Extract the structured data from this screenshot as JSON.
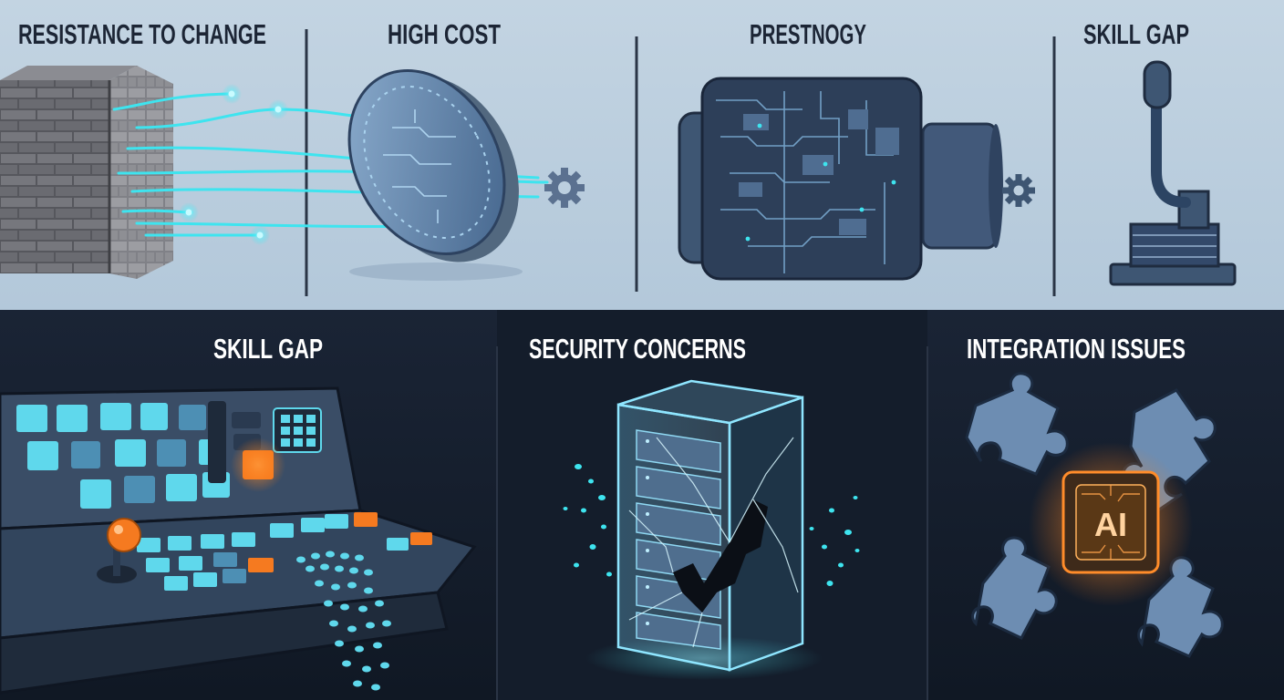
{
  "top_row": {
    "panels": [
      {
        "title": "RESISTANCE TO CHANGE"
      },
      {
        "title": "HIGH COST"
      },
      {
        "title": "PRESTNOGY"
      },
      {
        "title": "SKILL GAP"
      }
    ]
  },
  "bottom_row": {
    "panels": [
      {
        "title": "SKILL GAP"
      },
      {
        "title": "SECURITY CONCERNS"
      },
      {
        "title": "INTEGRATION ISSUES"
      }
    ]
  },
  "ai_chip": {
    "label": "AI"
  },
  "colors": {
    "top_background": "#bccfdf",
    "bottom_background": "#151e2c",
    "accent_cyan": "#3ee4ef",
    "accent_orange": "#f57a20",
    "metal_blue": "#3e5673",
    "title_dark": "#1c2535",
    "title_light": "#ffffff"
  },
  "icons": [
    "brick-wall-icon",
    "circuit-coin-icon",
    "gear-icon",
    "circuit-motor-icon",
    "gear-icon",
    "lever-icon",
    "control-panel-icon",
    "cracked-server-icon",
    "puzzle-piece-icon",
    "ai-chip-icon"
  ]
}
